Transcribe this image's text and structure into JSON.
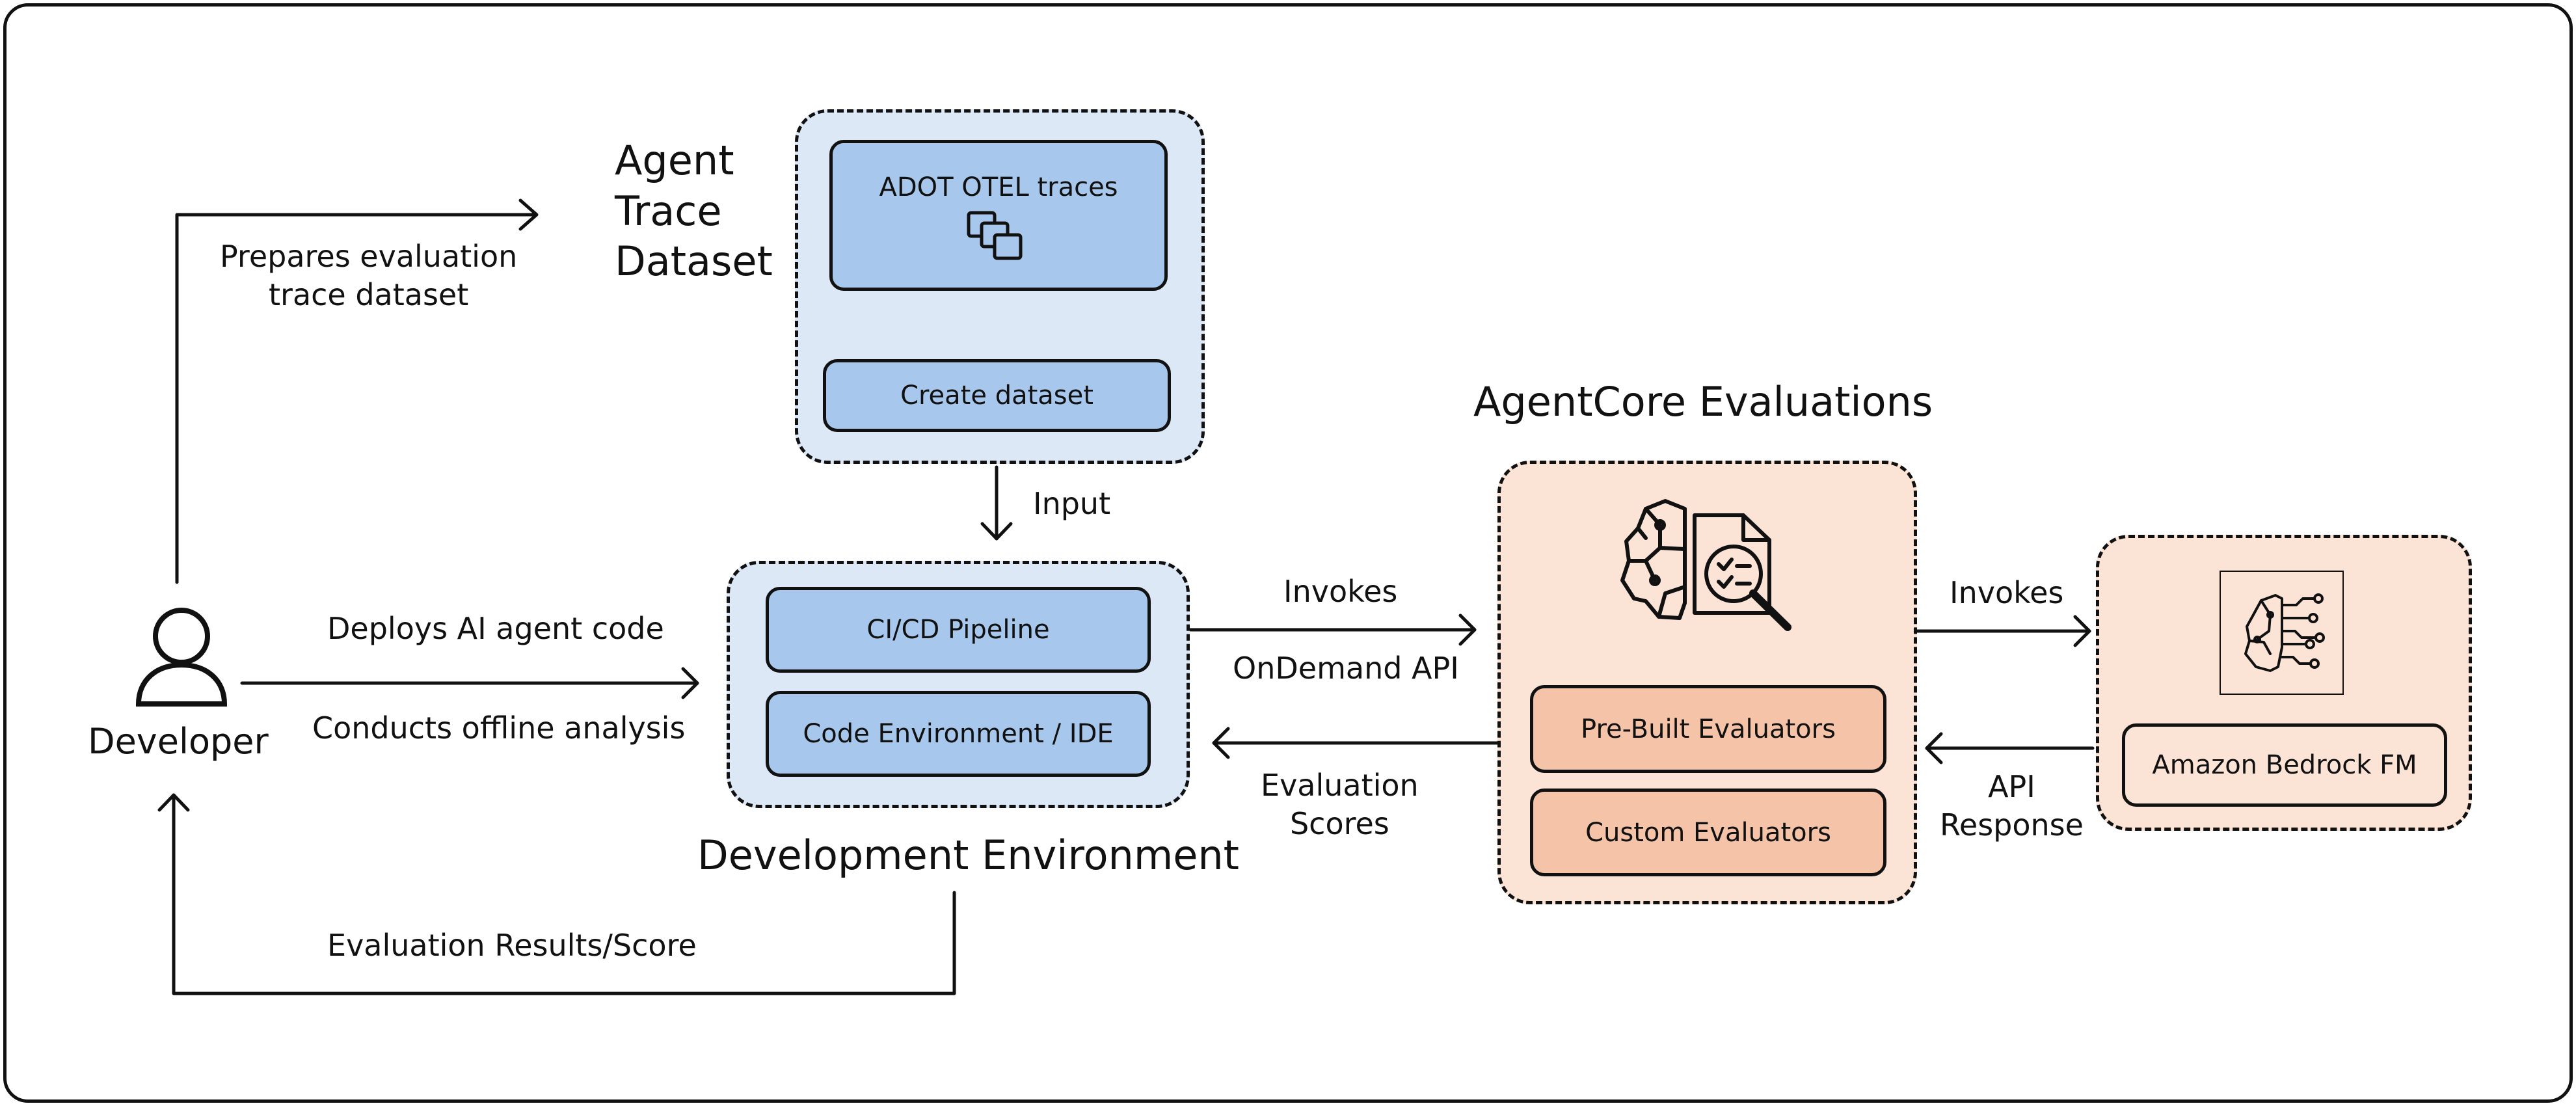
{
  "labels": {
    "agent_trace_dataset": "Agent\nTrace\nDataset",
    "agentcore_evaluations": "AgentCore Evaluations",
    "development_environment": "Development Environment",
    "developer": "Developer",
    "prepares_dataset": "Prepares evaluation\ntrace dataset",
    "deploys_code": "Deploys AI agent code",
    "conducts_analysis": "Conducts offline analysis",
    "evaluation_results": "Evaluation Results/Score",
    "input": "Input",
    "invokes_1": "Invokes",
    "ondemand_api": "OnDemand API",
    "evaluation_scores": "Evaluation\nScores",
    "invokes_2": "Invokes",
    "api_response": "API\nResponse"
  },
  "boxes": {
    "adot_otel_traces": "ADOT OTEL traces",
    "create_dataset": "Create dataset",
    "cicd_pipeline": "CI/CD Pipeline",
    "code_environment": "Code Environment / IDE",
    "prebuilt_evaluators": "Pre-Built Evaluators",
    "custom_evaluators": "Custom Evaluators",
    "amazon_bedrock_fm": "Amazon Bedrock FM"
  },
  "icons": {
    "traces": "stacked-squares-icon",
    "evaluation": "brain-document-magnifier-icon",
    "bedrock": "circuit-brain-icon",
    "developer": "person-icon"
  },
  "colors": {
    "blue_container": "#dce8f5",
    "blue_box": "#a7c8ec",
    "peach_container": "#fbe3d6",
    "peach_box": "#f5c4a8",
    "stroke": "#111111"
  }
}
